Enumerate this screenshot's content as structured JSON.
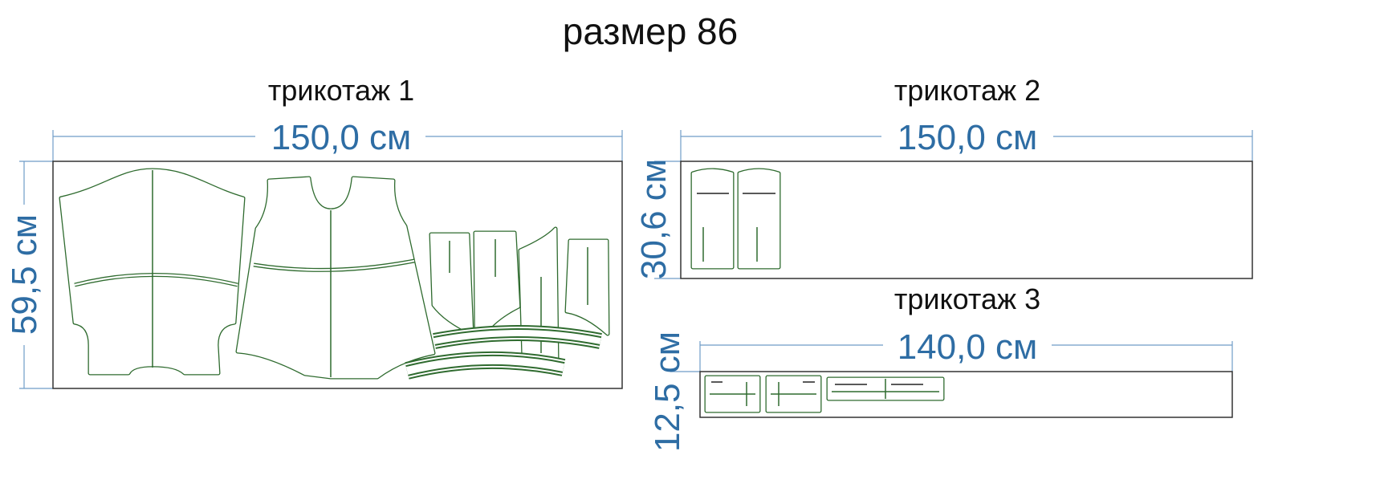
{
  "title": "размер 86",
  "colors": {
    "dimension": "#2e6da4",
    "pattern": "#2f6b2f"
  },
  "layouts": [
    {
      "label": "трикотаж 1",
      "width": "150,0 см",
      "height": "59,5 см"
    },
    {
      "label": "трикотаж 2",
      "width": "150,0 см",
      "height": "30,6 см"
    },
    {
      "label": "трикотаж 3",
      "width": "140,0 см",
      "height": "12,5 см"
    }
  ]
}
